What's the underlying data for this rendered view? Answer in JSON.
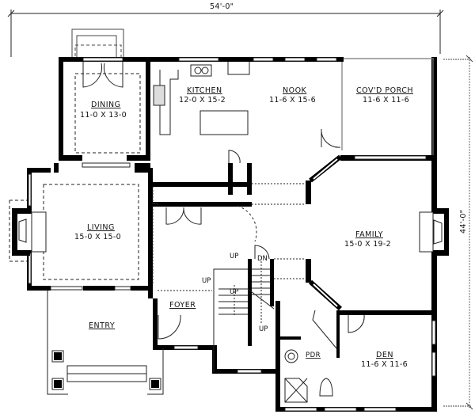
{
  "plan": {
    "overall_width": "54'-0\"",
    "overall_depth": "44'-0\"",
    "rooms": [
      {
        "name": "DINING",
        "size": "11-0 X 13-0"
      },
      {
        "name": "KITCHEN",
        "size": "12-0 X 15-2"
      },
      {
        "name": "NOOK",
        "size": "11-6 X 15-6"
      },
      {
        "name": "COV'D PORCH",
        "size": "11-6 X 11-6"
      },
      {
        "name": "LIVING",
        "size": "15-0 X 15-0"
      },
      {
        "name": "FAMILY",
        "size": "15-0 X 19-2"
      },
      {
        "name": "FOYER",
        "size": ""
      },
      {
        "name": "ENTRY",
        "size": ""
      },
      {
        "name": "PDR",
        "size": ""
      },
      {
        "name": "DEN",
        "size": "11-6 X 11-6"
      }
    ],
    "stair_labels": {
      "up1": "UP",
      "up2": "UP",
      "up3": "UP",
      "up4": "UP",
      "dn": "DN"
    }
  }
}
